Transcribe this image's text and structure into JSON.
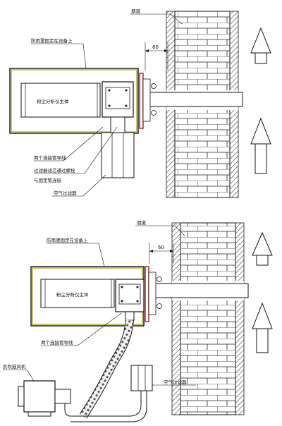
{
  "top": {
    "label_wall": "烟道",
    "label_mount": "防雨罩固定在设备上",
    "label_dim": "60",
    "label_analyzer": "粉尘分析仪主体",
    "label_tube": "两个连接管导线",
    "label_plate": "过滤器滤芯通过螺栓",
    "label_plate2": "与固定管连接",
    "label_filter": "空气过滤器"
  },
  "bottom": {
    "label_wall": "烟道",
    "label_mount": "防雨罩固定在设备上",
    "label_dim": "60",
    "label_analyzer": "粉尘分析仪主体",
    "label_tube": "两个连接管导线",
    "label_blower": "反吹鼓风机",
    "label_filter": "空气过滤器"
  },
  "colors": {
    "line": "#111111",
    "frame_outline": "#b8b54a",
    "flange": "#c0303a"
  }
}
